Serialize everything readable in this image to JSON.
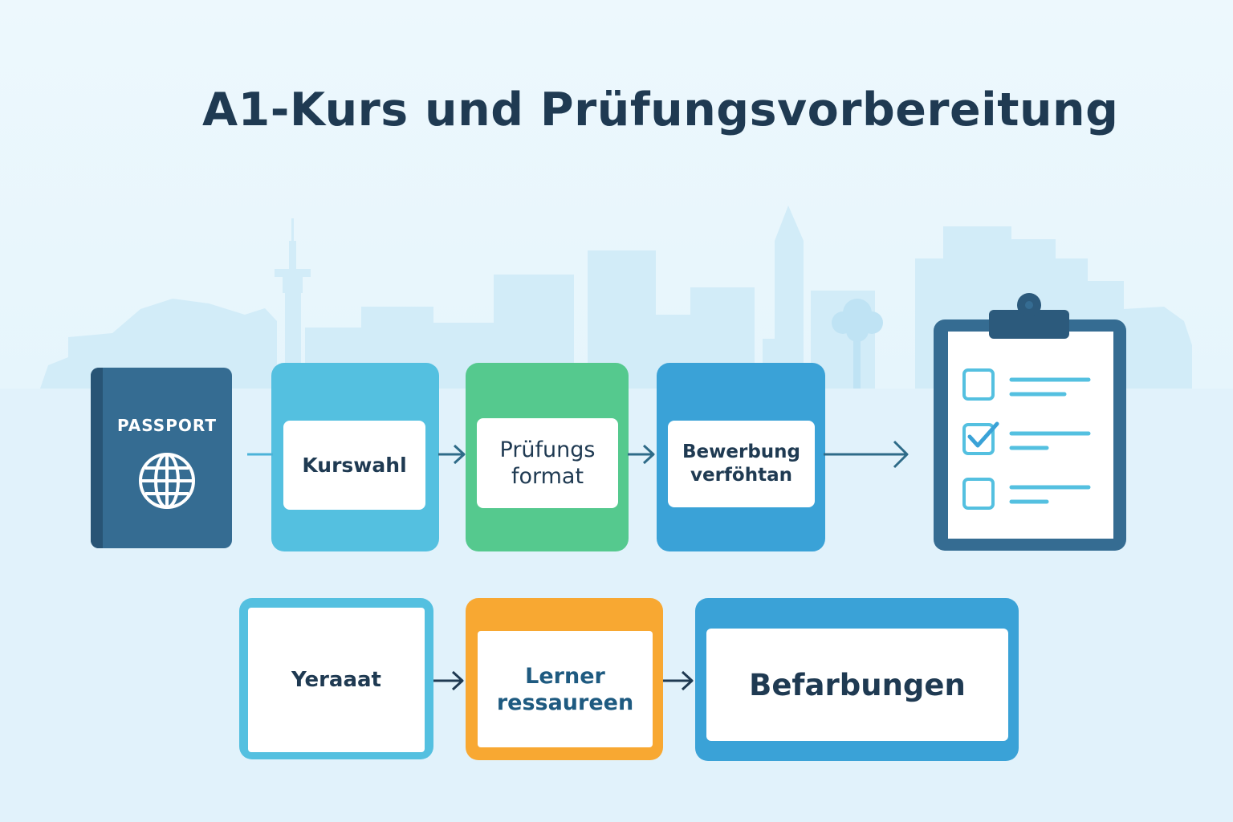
{
  "title": "A1-Kurs und Prüfungsvorbereitung",
  "passport": {
    "label": "PASSPORT",
    "icon": "globe-icon"
  },
  "row1": [
    {
      "lines": [
        "Kurswahl"
      ]
    },
    {
      "lines": [
        "Prüfungs",
        "format"
      ]
    },
    {
      "lines": [
        "Bewerbung",
        "verföhtan"
      ]
    }
  ],
  "row2": [
    {
      "lines": [
        "Yeraaat"
      ]
    },
    {
      "lines": [
        "Lerner",
        "ressaureen"
      ]
    },
    {
      "lines": [
        "Befarbungen"
      ]
    }
  ],
  "checklist": {
    "icon": "clipboard-checklist-icon",
    "items": [
      {
        "checked": false
      },
      {
        "checked": true
      },
      {
        "checked": false
      }
    ]
  },
  "colors": {
    "title": "#1f3a52",
    "cyan": "#54c0e0",
    "green": "#55c98e",
    "blue": "#3aa2d7",
    "orange": "#f8a832",
    "passport": "#356c92",
    "clipboard": "#356c92",
    "arrow": "#2e6b88"
  }
}
